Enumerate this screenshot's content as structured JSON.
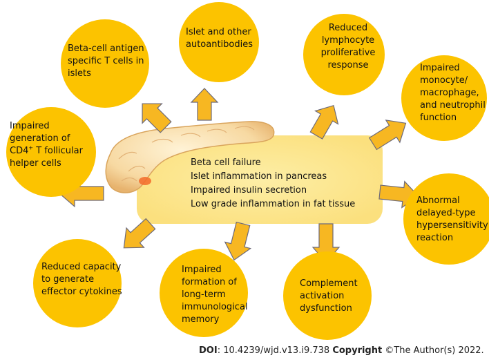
{
  "center": {
    "lines": [
      "Beta cell failure",
      "Islet inflammation in pancreas",
      "Impaired insulin secretion",
      "Low grade inflammation in fat tissue"
    ]
  },
  "nodes": {
    "beta_cell_t": "Beta-cell antigen specific T cells in islets",
    "islet_autoantibodies": "Islet and other autoantibodies",
    "lymphocyte": "Reduced lymphocyte proliferative response",
    "monocyte": "Impaired monocyte/ macrophage, and neutrophil function",
    "cd4_prefix": "Impaired generation of CD4",
    "cd4_sup": "+",
    "cd4_suffix": " T follicular helper cells",
    "hypersensitivity": "Abnormal delayed-type hypersensitivity reaction",
    "cytokines": "Reduced capacity to generate effector cytokines",
    "memory": "Impaired formation of long-term immunological memory",
    "complement": "Complement activation dysfunction"
  },
  "footer": {
    "doi_label": "DOI",
    "doi_value": ": 10.4239/wjd.v13.i9.738",
    "copyright_label": "Copyright",
    "copyright_value": " ©The Author(s) 2022."
  },
  "colors": {
    "circle": "#fcc300",
    "arrow": "#f7b722",
    "arrow_stroke": "#6d6a7a",
    "center_box": "#fde78b",
    "pancreas": "#f6d7a0"
  }
}
